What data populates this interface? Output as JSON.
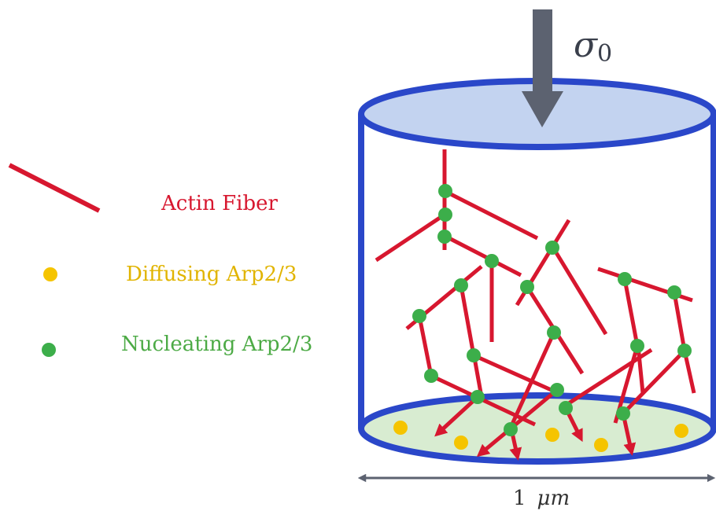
{
  "legend": {
    "actin_fiber": "Actin Fiber",
    "diffusing": "Diffusing Arp2/3",
    "nucleating": "Nucleating Arp2/3"
  },
  "stress": {
    "symbol": "σ",
    "subscript": "0"
  },
  "scale": {
    "value": "1",
    "unit": "μm"
  },
  "colors": {
    "fiber": "#d7172f",
    "diffusing": "#f5c400",
    "nucleating": "#3cae4a",
    "cylinder": "#2a47c9",
    "top_fill": "#c3d3f0",
    "bottom_fill": "#d8ecd1",
    "arrow": "#5c6270",
    "diffusing_text": "#e1b400",
    "nucleating_text": "#4caa45"
  }
}
